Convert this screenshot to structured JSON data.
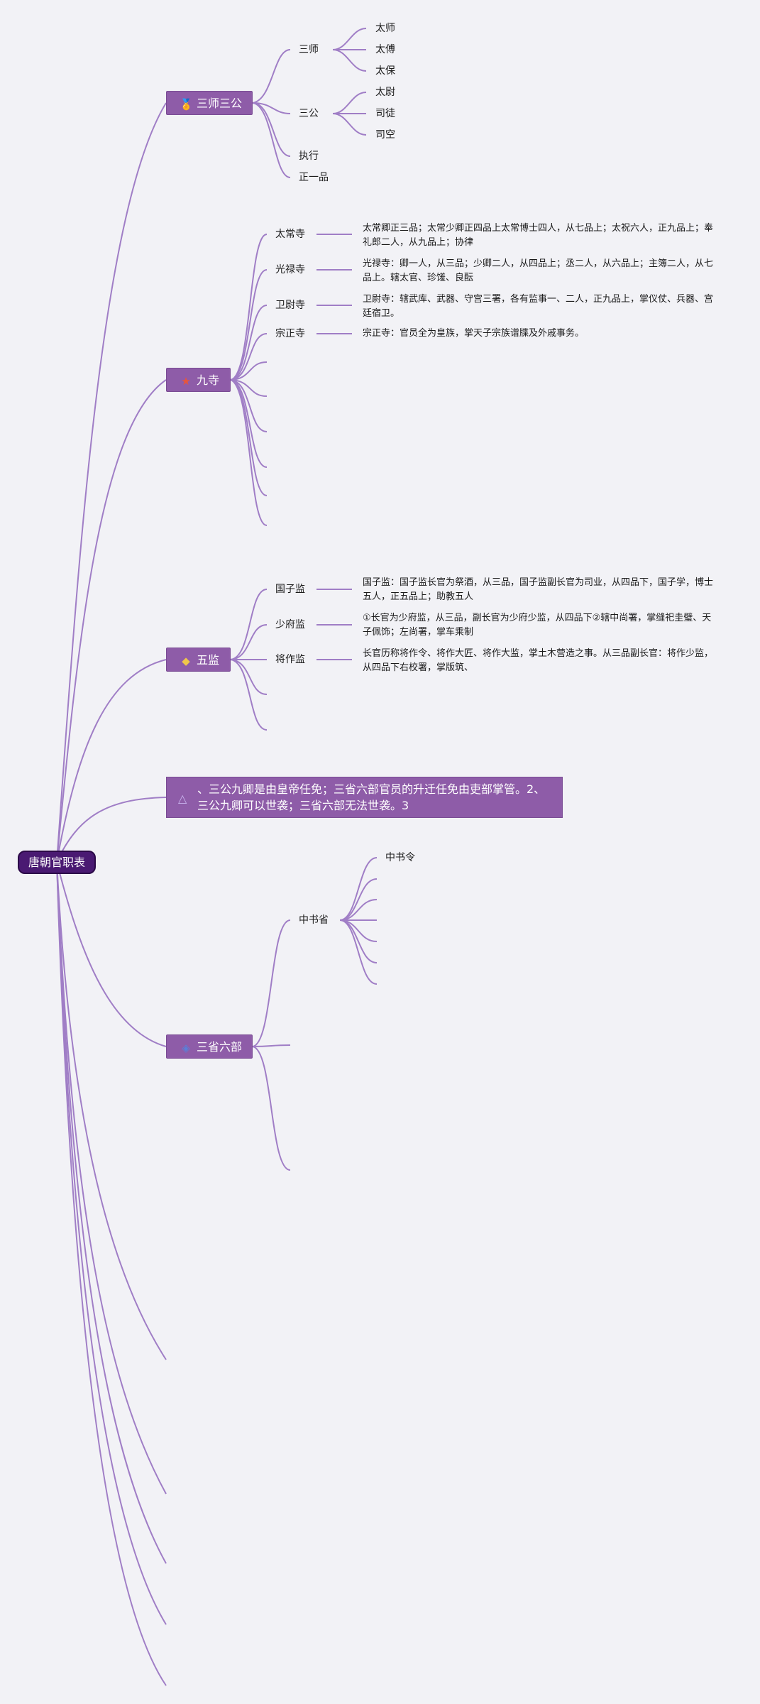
{
  "root": {
    "label": "唐朝官职表"
  },
  "branches": {
    "sanshi_sangong": {
      "label": "三师三公",
      "icon": "award-medal-icon",
      "children": {
        "sanshi": {
          "label": "三师",
          "leaves": [
            "太师",
            "太傅",
            "太保"
          ]
        },
        "sangong": {
          "label": "三公",
          "leaves": [
            "太尉",
            "司徒",
            "司空"
          ]
        },
        "zhixing": {
          "label": "执行"
        },
        "zhengyipin": {
          "label": "正一品"
        }
      }
    },
    "jiusi": {
      "label": "九寺",
      "icon": "star-icon",
      "children": [
        {
          "label": "太常寺",
          "desc": "太常卿正三品；太常少卿正四品上太常博士四人，从七品上；太祝六人，正九品上；奉礼郎二人，从九品上；协律"
        },
        {
          "label": "光禄寺",
          "desc": "光禄寺：卿一人，从三品；少卿二人，从四品上；丞二人，从六品上；主簿二人，从七品上。辖太官、珍馐、良酝"
        },
        {
          "label": "卫尉寺",
          "desc": "卫尉寺：辖武库、武器、守宫三署，各有监事一、二人，正九品上，掌仪仗、兵器、宫廷宿卫。"
        },
        {
          "label": "宗正寺",
          "desc": "宗正寺：官员全为皇族，掌天子宗族谱牒及外戚事务。"
        }
      ]
    },
    "wujian": {
      "label": "五监",
      "icon": "gem-icon",
      "children": [
        {
          "label": "国子监",
          "desc": "国子监：国子监长官为祭酒，从三品，国子监副长官为司业，从四品下，国子学，博士五人，正五品上；助教五人"
        },
        {
          "label": "少府监",
          "desc": "①长官为少府监，从三品，副长官为少府少监，从四品下②辖中尚署，掌缝祀圭璧、天子佩饰；左尚署，掌车乘制"
        },
        {
          "label": "将作监",
          "desc": "长官历称将作令、将作大匠、将作大监，掌土木营造之事。从三品副长官：将作少监，从四品下右校署，掌版筑、"
        }
      ]
    },
    "note": {
      "icon": "triangle-icon",
      "text": "、三公九卿是由皇帝任免；三省六部官员的升迁任免由吏部掌管。2、三公九卿可以世袭；三省六部无法世袭。3"
    },
    "sansheng_liubu": {
      "label": "三省六部",
      "icon": "drop-icon",
      "children": {
        "zhongshusheng": {
          "label": "中书省",
          "leaves": [
            "中书令"
          ]
        }
      }
    }
  }
}
